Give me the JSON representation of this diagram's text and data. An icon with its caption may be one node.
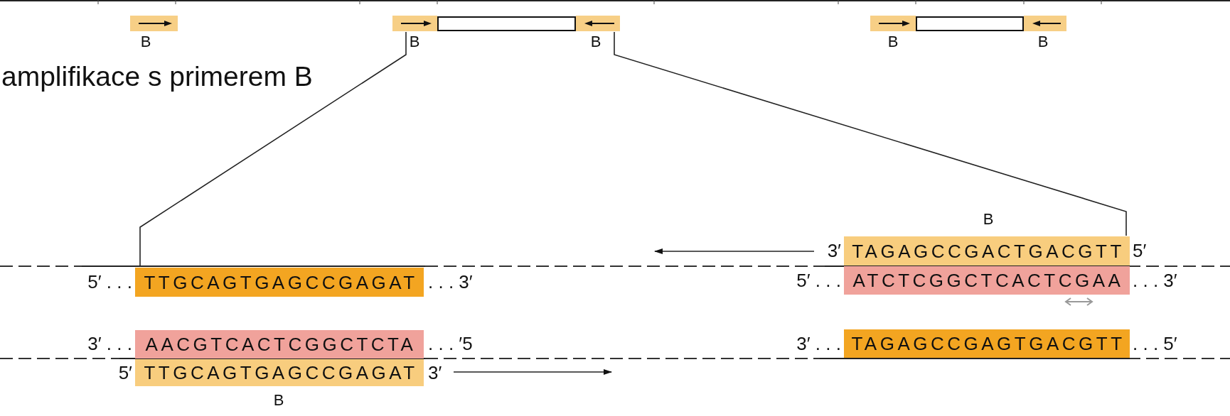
{
  "diagram": {
    "title": "amplifikace s primerem B",
    "nodes": [
      {
        "text": [],
        "shape": "bar",
        "beside": [
          "B"
        ]
      },
      {
        "text": [],
        "shape": "bar",
        "beside": [
          "B"
        ]
      },
      {
        "text": [],
        "shape": "box"
      },
      {
        "text": [],
        "shape": "bar",
        "beside": [
          "B"
        ]
      },
      {
        "text": [],
        "shape": "bar",
        "beside": [
          "B"
        ]
      },
      {
        "text": [],
        "shape": "box"
      },
      {
        "text": [],
        "shape": "bar",
        "beside": [
          "B"
        ]
      },
      {
        "text": [
          "TTGCAGTGAGCCGAGAT"
        ],
        "beside": [
          "5′ . . .",
          ". . . 3′"
        ]
      },
      {
        "text": [
          "AACGTCACTCGGCTCTA"
        ],
        "beside": [
          "3′ . . .",
          ". . . ′5"
        ]
      },
      {
        "text": [
          "TTGCAGTGAGCCGAGAT"
        ],
        "beside": [
          "5′",
          "3′",
          "B"
        ]
      },
      {
        "text": [
          "TAGAGCCGACTGACGTT"
        ],
        "beside": [
          "B",
          "3′",
          "5′"
        ]
      },
      {
        "text": [
          "ATCTCGGCTCACTCGAA"
        ],
        "beside": [
          "5′ . . .",
          ". . . 3′"
        ]
      },
      {
        "text": [
          "TAGAGCCGAGTGACGTT"
        ],
        "beside": [
          "3′ . . .",
          ". . . 5′"
        ]
      }
    ],
    "edges": [
      {
        "from": 1,
        "to": 7,
        "arrow": "none"
      },
      {
        "from": 3,
        "to": 10,
        "arrow": "none"
      },
      {
        "from": 9,
        "to": null,
        "arrow": "to"
      },
      {
        "from": 10,
        "to": null,
        "arrow": "to"
      }
    ]
  }
}
